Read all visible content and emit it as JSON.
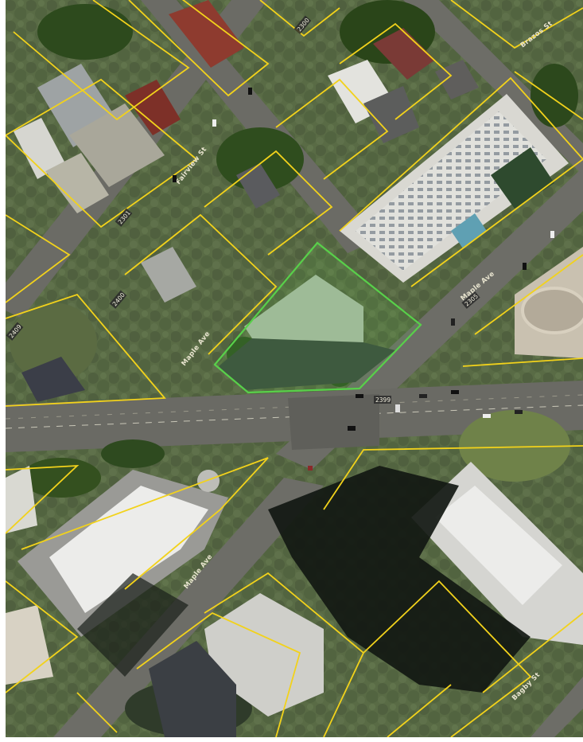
{
  "map": {
    "street_labels": [
      {
        "text": "Fairview St"
      },
      {
        "text": "Maple Ave"
      },
      {
        "text": "Maple Ave"
      },
      {
        "text": "Maple Ave"
      },
      {
        "text": "Brazos St"
      },
      {
        "text": "Bagby St"
      }
    ],
    "address_numbers": [
      {
        "text": "2300"
      },
      {
        "text": "2301"
      },
      {
        "text": "2305"
      },
      {
        "text": "2400"
      },
      {
        "text": "2409"
      },
      {
        "text": "2399"
      }
    ],
    "colors": {
      "parcel_outline": "#f2d21b",
      "highlight_parcel": "#58d04a",
      "street": "#6d6d68",
      "tree": "#2e4a1f",
      "lawn": "#6a7e4a",
      "rooftop": "#d9d9d4",
      "shadow": "#141a14"
    }
  }
}
